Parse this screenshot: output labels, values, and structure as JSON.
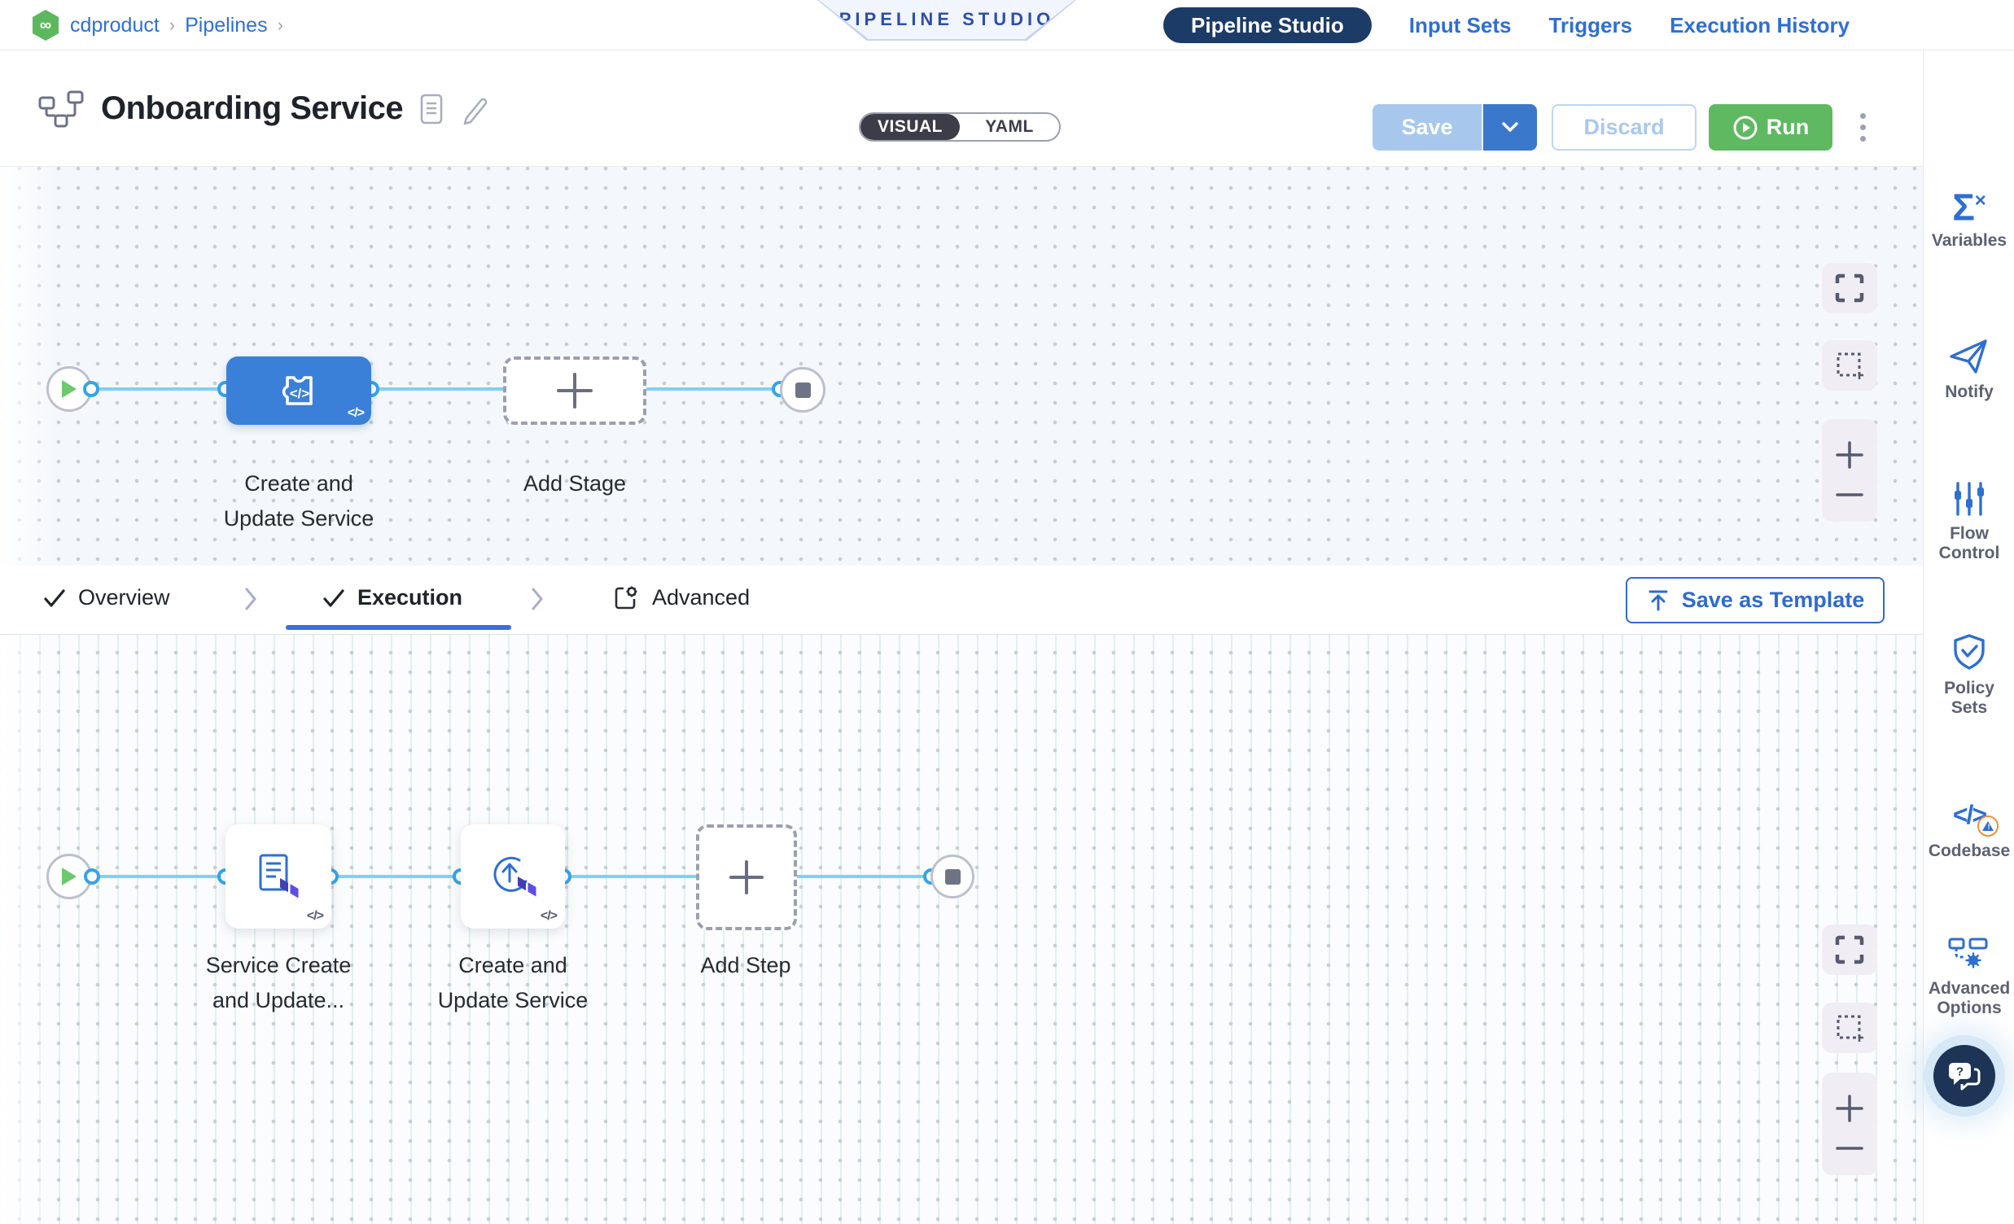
{
  "breadcrumb": {
    "project": "cdproduct",
    "section": "Pipelines",
    "separator": "›"
  },
  "studio_banner": "PIPELINE STUDIO",
  "top_nav": {
    "tabs": [
      {
        "label": "Pipeline Studio",
        "active": true
      },
      {
        "label": "Input Sets",
        "active": false
      },
      {
        "label": "Triggers",
        "active": false
      },
      {
        "label": "Execution History",
        "active": false
      }
    ]
  },
  "header": {
    "title": "Onboarding Service",
    "view_toggle": {
      "visual": "VISUAL",
      "yaml": "YAML",
      "selected": "VISUAL"
    },
    "save_label": "Save",
    "discard_label": "Discard",
    "run_label": "Run"
  },
  "pipeline_canvas": {
    "stage_label_lines": [
      "Create and",
      "Update Service"
    ],
    "add_stage_label": "Add Stage",
    "code_glyph": "</>"
  },
  "stage_tabs": {
    "overview": "Overview",
    "execution": "Execution",
    "advanced": "Advanced",
    "active": "Execution",
    "save_as_template": "Save as Template"
  },
  "execution_canvas": {
    "steps": [
      {
        "lines": [
          "Service Create",
          "and Update..."
        ],
        "code_glyph": "</>"
      },
      {
        "lines": [
          "Create and",
          "Update Service"
        ],
        "code_glyph": "</>"
      }
    ],
    "add_step_label": "Add Step"
  },
  "right_rail": {
    "items": [
      {
        "icon": "variables-sigma-icon",
        "lines": [
          "Variables"
        ]
      },
      {
        "icon": "notify-paper-plane-icon",
        "lines": [
          "Notify"
        ]
      },
      {
        "icon": "flow-control-sliders-icon",
        "lines": [
          "Flow",
          "Control"
        ]
      },
      {
        "icon": "policy-sets-shield-icon",
        "lines": [
          "Policy",
          "Sets"
        ]
      },
      {
        "icon": "codebase-code-icon",
        "lines": [
          "Codebase"
        ],
        "code_glyph": "</>"
      },
      {
        "icon": "advanced-options-icon",
        "lines": [
          "Advanced",
          "Options"
        ]
      }
    ],
    "help_glyph": "?"
  },
  "colors": {
    "link_blue": "#2e6fd2",
    "nav_pill_navy": "#1c3b67",
    "run_green": "#5eb961",
    "save_disabled_blue": "#a7c8ec",
    "save_caret_blue": "#3a78cc",
    "stage_node_blue": "#3b80d8",
    "connector_blue": "#7fd1f4",
    "connector_dot_ring": "#35a3e8",
    "tab_underline_blue": "#3a6fd8",
    "rail_icon_blue": "#2e6fd0",
    "warning_orange": "#e8913c",
    "terraform_purple": "#5c4ee5",
    "terraform_indigo": "#4040b2",
    "chat_navy": "#1d3456",
    "canvas_top_bg": "#f4f8fc",
    "canvas_bottom_bg": "#fafcfd"
  }
}
